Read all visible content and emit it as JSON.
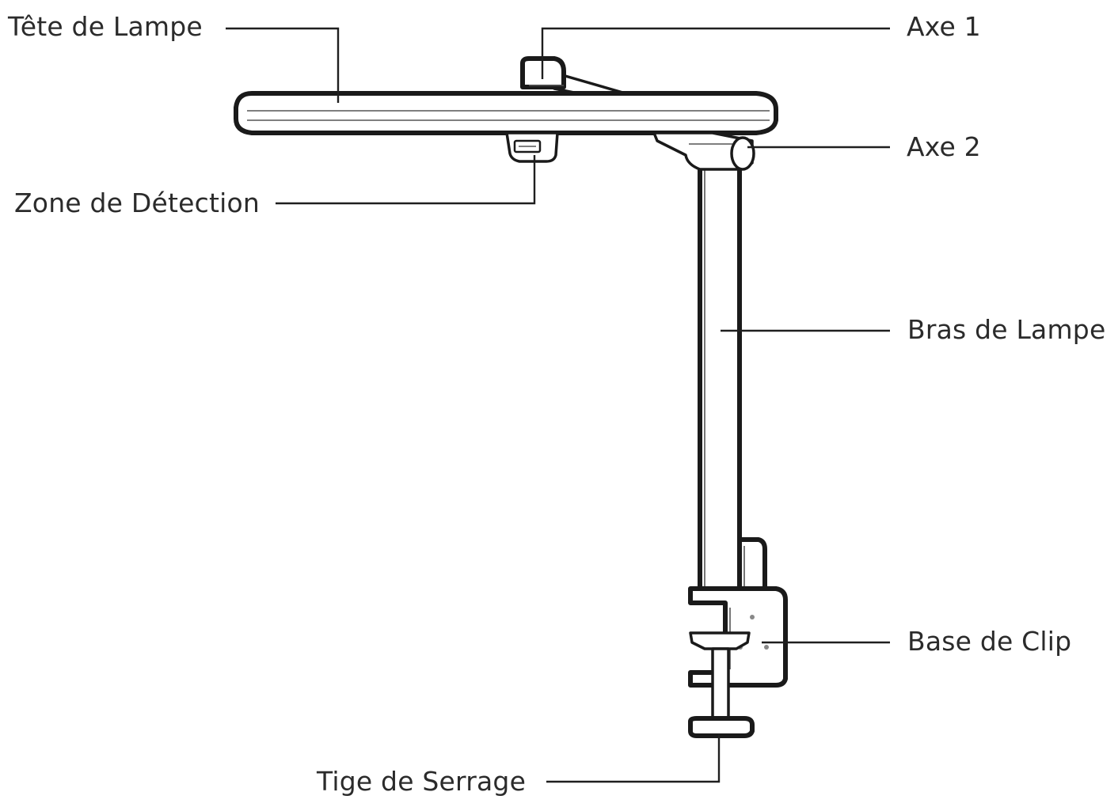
{
  "labels": {
    "tete_de_lampe": "Tête de Lampe",
    "axe_1": "Axe 1",
    "axe_2": "Axe 2",
    "zone_de_detection": "Zone de Détection",
    "bras_de_lampe": "Bras de Lampe",
    "base_de_clip": "Base de Clip",
    "tige_de_serrage": "Tige de Serrage"
  },
  "colors": {
    "line": "#1f1f1f",
    "text": "#2b2b2b",
    "background": "#ffffff"
  }
}
